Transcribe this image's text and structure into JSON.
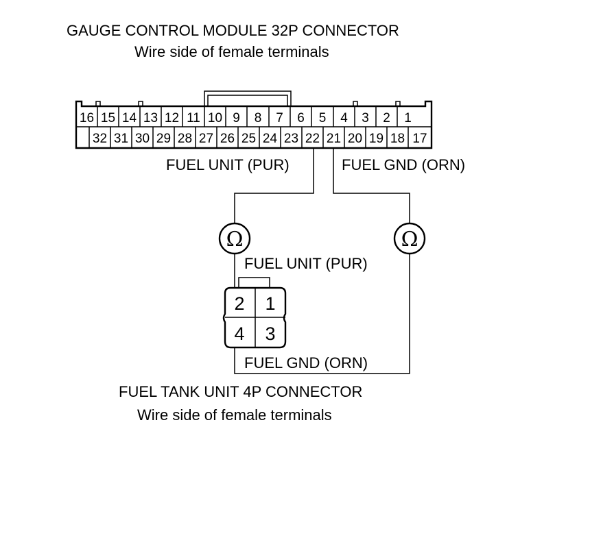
{
  "gauge_connector": {
    "title": "GAUGE CONTROL MODULE 32P CONNECTOR",
    "subtitle": "Wire side of female terminals",
    "top_row": [
      "16",
      "15",
      "14",
      "13",
      "12",
      "11",
      "10",
      "9",
      "8",
      "7",
      "6",
      "5",
      "4",
      "3",
      "2",
      "1"
    ],
    "bottom_row": [
      "",
      "32",
      "31",
      "30",
      "29",
      "28",
      "27",
      "26",
      "25",
      "24",
      "23",
      "22",
      "21",
      "20",
      "19",
      "18",
      "17"
    ]
  },
  "wire_labels": {
    "fuel_unit_top": "FUEL UNIT (PUR)",
    "fuel_gnd_top": "FUEL GND (ORN)",
    "fuel_unit_lower": "FUEL UNIT (PUR)",
    "fuel_gnd_lower": "FUEL GND (ORN)"
  },
  "meters": {
    "symbol": "Ω",
    "icon": "ohmmeter-icon"
  },
  "fuel_tank_connector": {
    "title": "FUEL TANK UNIT 4P CONNECTOR",
    "subtitle": "Wire side of female terminals",
    "pins": [
      "2",
      "1",
      "4",
      "3"
    ]
  }
}
